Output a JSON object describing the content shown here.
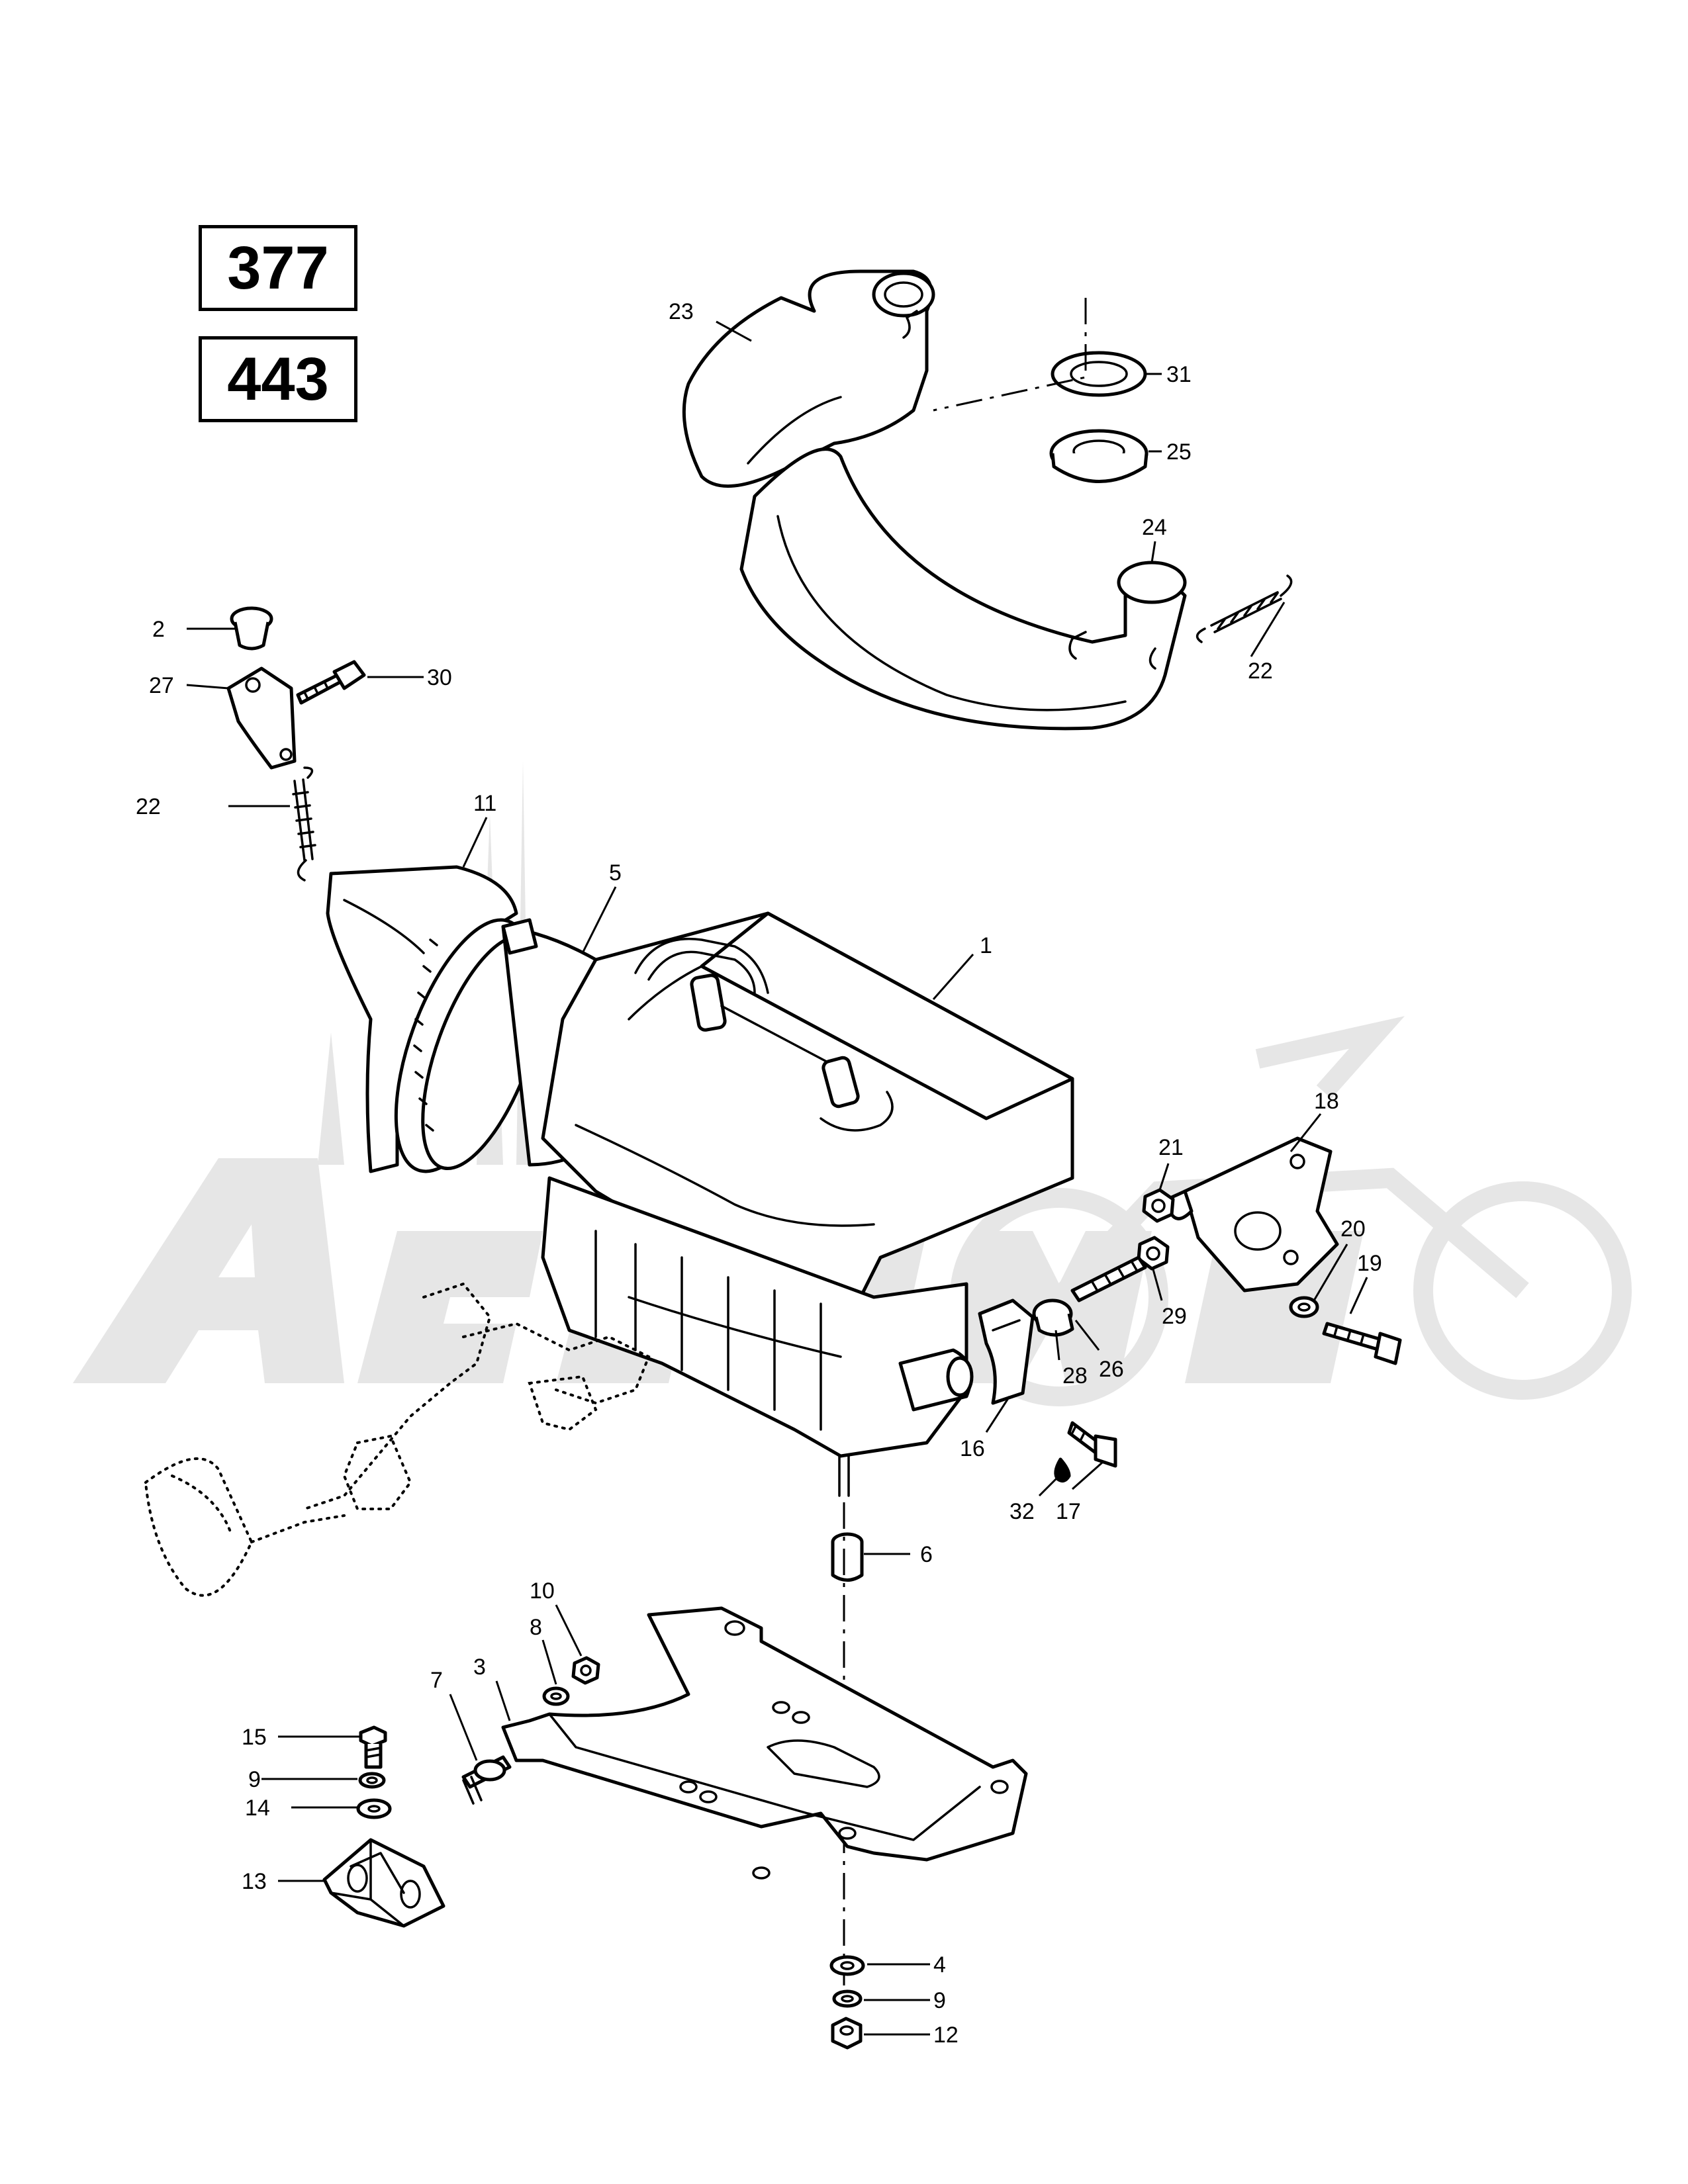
{
  "engine_codes": [
    "377",
    "443"
  ],
  "watermark": "AeroMoto",
  "callouts": [
    "1",
    "2",
    "3",
    "4",
    "5",
    "6",
    "7",
    "8",
    "9",
    "9",
    "10",
    "11",
    "12",
    "13",
    "14",
    "15",
    "16",
    "17",
    "18",
    "19",
    "20",
    "21",
    "22",
    "22",
    "23",
    "24",
    "25",
    "26",
    "27",
    "28",
    "29",
    "30",
    "31",
    "32"
  ]
}
